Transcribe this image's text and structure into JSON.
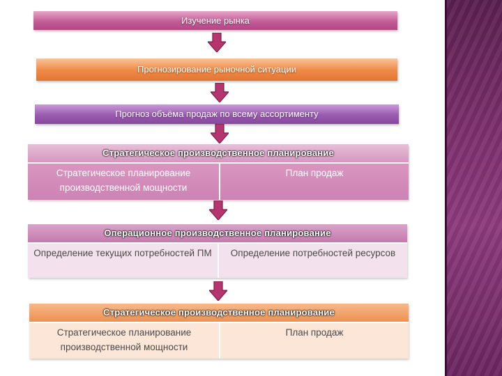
{
  "steps": {
    "step1": "Изучение рынка",
    "step2": "Прогнозирование рыночной ситуации",
    "step3": "Прогноз объёма продаж по всему ассортименту"
  },
  "blocks": [
    {
      "title": "Стратегическое производственное планирование",
      "cells": [
        "Стратегическое планирование производственной мощности",
        "План продаж"
      ]
    },
    {
      "title": "Операционное производственное планирование",
      "cells": [
        "Определение текущих потребностей ПМ",
        "Определение потребностей ресурсов"
      ]
    },
    {
      "title": "Стратегическое производственное планирование",
      "cells": [
        "Стратегическое планирование производственной мощности",
        "План продаж"
      ]
    }
  ],
  "colors": {
    "arrow": "#b6356f",
    "arrow_edge": "#7a1e47",
    "side_panel": "#7c2f6d"
  }
}
